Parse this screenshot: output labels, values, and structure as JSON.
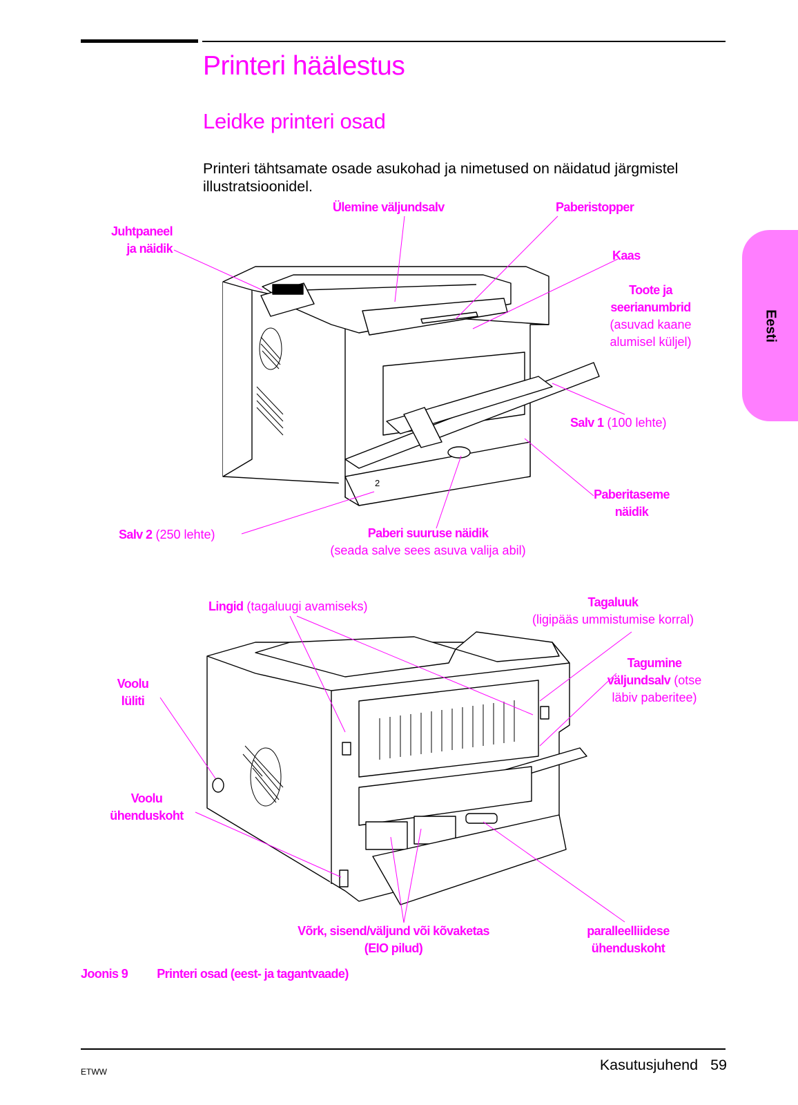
{
  "page": {
    "title": "Printeri häälestus",
    "subtitle": "Leidke printeri osad",
    "intro": "Printeri tähtsamate osade asukohad ja nimetused on näidatud järgmistel illustratsioonidel.",
    "side_tab": "Eesti"
  },
  "front_labels": {
    "output_bin": "Ülemine väljundsalv",
    "paper_stop": "Paberistopper",
    "control_panel_1": "Juhtpaneel",
    "control_panel_2": "ja näidik",
    "cover": "Kaas",
    "serial_1": "Toote ja",
    "serial_2": "seerianumbrid",
    "serial_3": "(asuvad kaane",
    "serial_4": "alumisel küljel)",
    "tray1_name": "Salv 1",
    "tray1_note": " (100 lehte)",
    "paper_level_1": "Paberitaseme",
    "paper_level_2": "näidik",
    "tray2_name": "Salv 2",
    "tray2_note": " (250 lehte)",
    "size_ind_1": "Paberi suuruse näidik",
    "size_ind_2": "(seada salve sees asuva valija abil)",
    "tray2_number": "2"
  },
  "rear_labels": {
    "latches_name": "Lingid",
    "latches_note": " (tagaluugi avamiseks)",
    "rear_door_1": "Tagaluuk",
    "rear_door_2": "(ligipääs ummistumise korral)",
    "rear_bin_1": "Tagumine",
    "rear_bin_2a": "väljundsalv",
    "rear_bin_2b": " (otse",
    "rear_bin_3": "läbiv paberitee)",
    "power_switch_1": "Voolu",
    "power_switch_2": "lüliti",
    "power_conn_1": "Voolu",
    "power_conn_2": "ühenduskoht",
    "eio_1": "Võrk, sisend/väljund või kõvaketas",
    "eio_2": "(EIO pilud)",
    "parallel_1": "paralleelliidese",
    "parallel_2": "ühenduskoht"
  },
  "caption": {
    "number": "Joonis 9",
    "text": "Printeri osad (eest- ja tagantvaade)"
  },
  "footer": {
    "left": "ETWW",
    "manual": "Kasutusjuhend",
    "page_number": "59"
  }
}
